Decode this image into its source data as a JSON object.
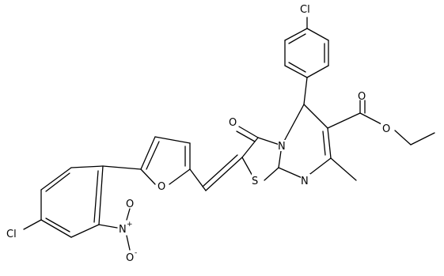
{
  "atoms": {
    "cl_top": "Cl",
    "cl_left": "Cl",
    "o_carbonyl_ring": "O",
    "n_ring": "N",
    "s_ring": "S",
    "n_imine": "N",
    "o_furan": "O",
    "o_ester_carbonyl": "O",
    "o_ester_ether": "O",
    "n_nitro": "N",
    "n_nitro_charge": "+",
    "o_nitro_top": "O",
    "o_nitro_bottom": "O",
    "o_nitro_bottom_charge": "-"
  }
}
